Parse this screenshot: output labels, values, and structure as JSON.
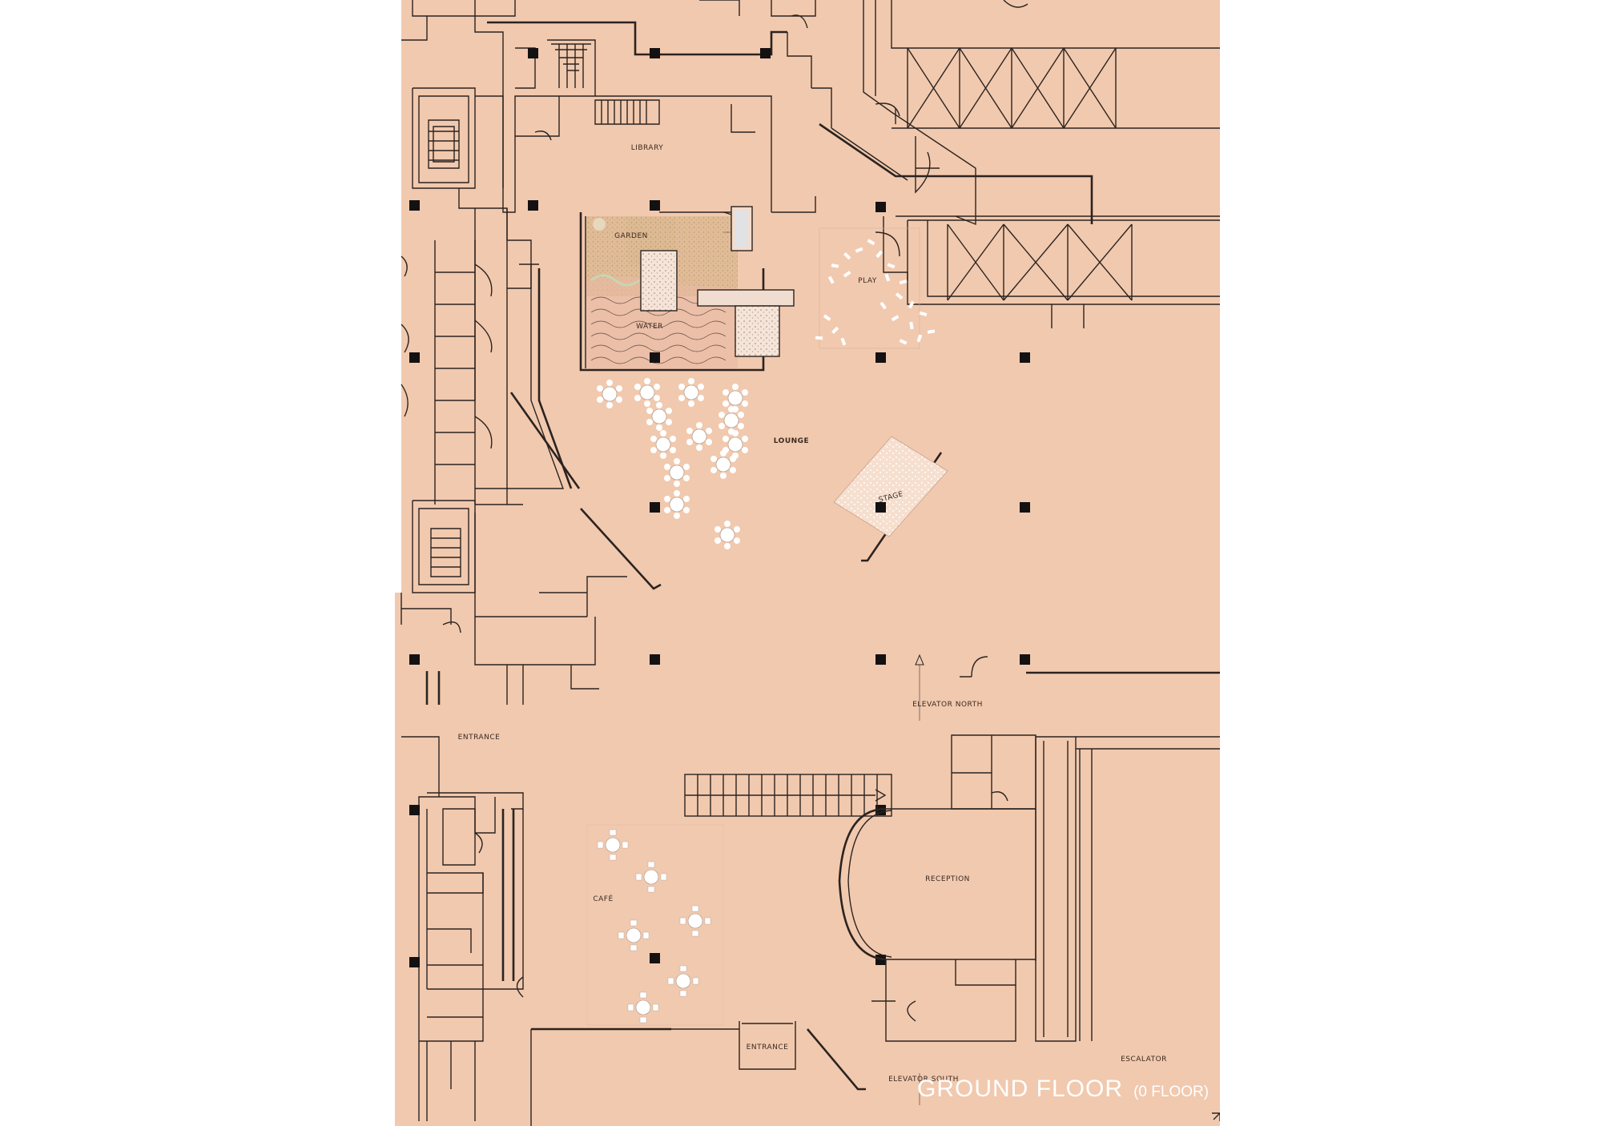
{
  "drawing": {
    "title": "GROUND FLOOR",
    "subtitle": "(0 FLOOR)"
  },
  "labels": {
    "library": "LIBRARY",
    "garden": "GARDEN",
    "water": "WATER",
    "play": "PLAY",
    "lounge": "LOUNGE",
    "stage": "STAGE",
    "entrance_west": "ENTRANCE",
    "entrance_south": "ENTRANCE",
    "cafe": "CAFÉ",
    "reception": "RECEPTION",
    "elevator_north": "ELEVATOR NORTH",
    "elevator_south": "ELEVATOR SOUTH",
    "escalator": "ESCALATOR"
  },
  "colors": {
    "paper": "#f1c9ae",
    "ink": "#2b2320",
    "column": "#141112",
    "garden": "#d9b48e",
    "water": "#e7b6a0",
    "furniture": "#ffffff"
  }
}
